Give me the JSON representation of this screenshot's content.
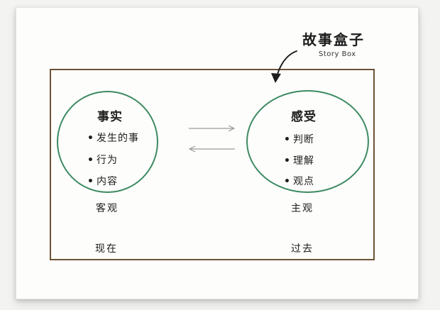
{
  "title": {
    "cn": "故事盒子",
    "en": "Story Box"
  },
  "left": {
    "heading": "事实",
    "items": [
      "发生的事",
      "行为",
      "内容"
    ],
    "label_below": "客观",
    "label_bottom": "现在"
  },
  "right": {
    "heading": "感受",
    "items": [
      "判断",
      "理解",
      "观点"
    ],
    "label_below": "主观",
    "label_bottom": "过去"
  },
  "bullet": "•",
  "colors": {
    "ellipse": "#3d8a62",
    "box": "#6e5236",
    "arrows": "#9a9a9a"
  }
}
